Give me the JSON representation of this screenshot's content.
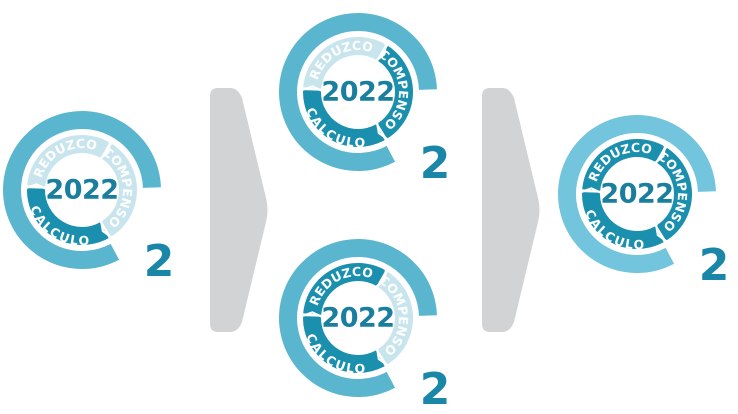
{
  "palette": {
    "light": "#c8e5ee",
    "mid": "#5ab6cf",
    "dark": "#1b8fae",
    "arrow": "#d2d3d5",
    "white": "#ffffff"
  },
  "labels": {
    "reduce": "REDUZCO",
    "compensate": "COMPENSO",
    "calculate": "CALCULO"
  },
  "year": "2022",
  "co2_subscript": "2",
  "seals": [
    {
      "id": "calculo",
      "state": {
        "reduce": "light",
        "compensate": "light",
        "calculate": "dark"
      },
      "outer_ring": "mid"
    },
    {
      "id": "calculo-compenso",
      "state": {
        "reduce": "light",
        "compensate": "dark",
        "calculate": "dark"
      },
      "outer_ring": "mid"
    },
    {
      "id": "calculo-reduzco",
      "state": {
        "reduce": "dark",
        "compensate": "light",
        "calculate": "dark"
      },
      "outer_ring": "mid"
    },
    {
      "id": "calculo-reduzco-compenso",
      "state": {
        "reduce": "dark",
        "compensate": "dark",
        "calculate": "dark"
      },
      "outer_ring": "light-cyan"
    }
  ],
  "arrows": [
    {
      "id": "arrow-1",
      "direction": "right"
    },
    {
      "id": "arrow-2",
      "direction": "right"
    }
  ]
}
